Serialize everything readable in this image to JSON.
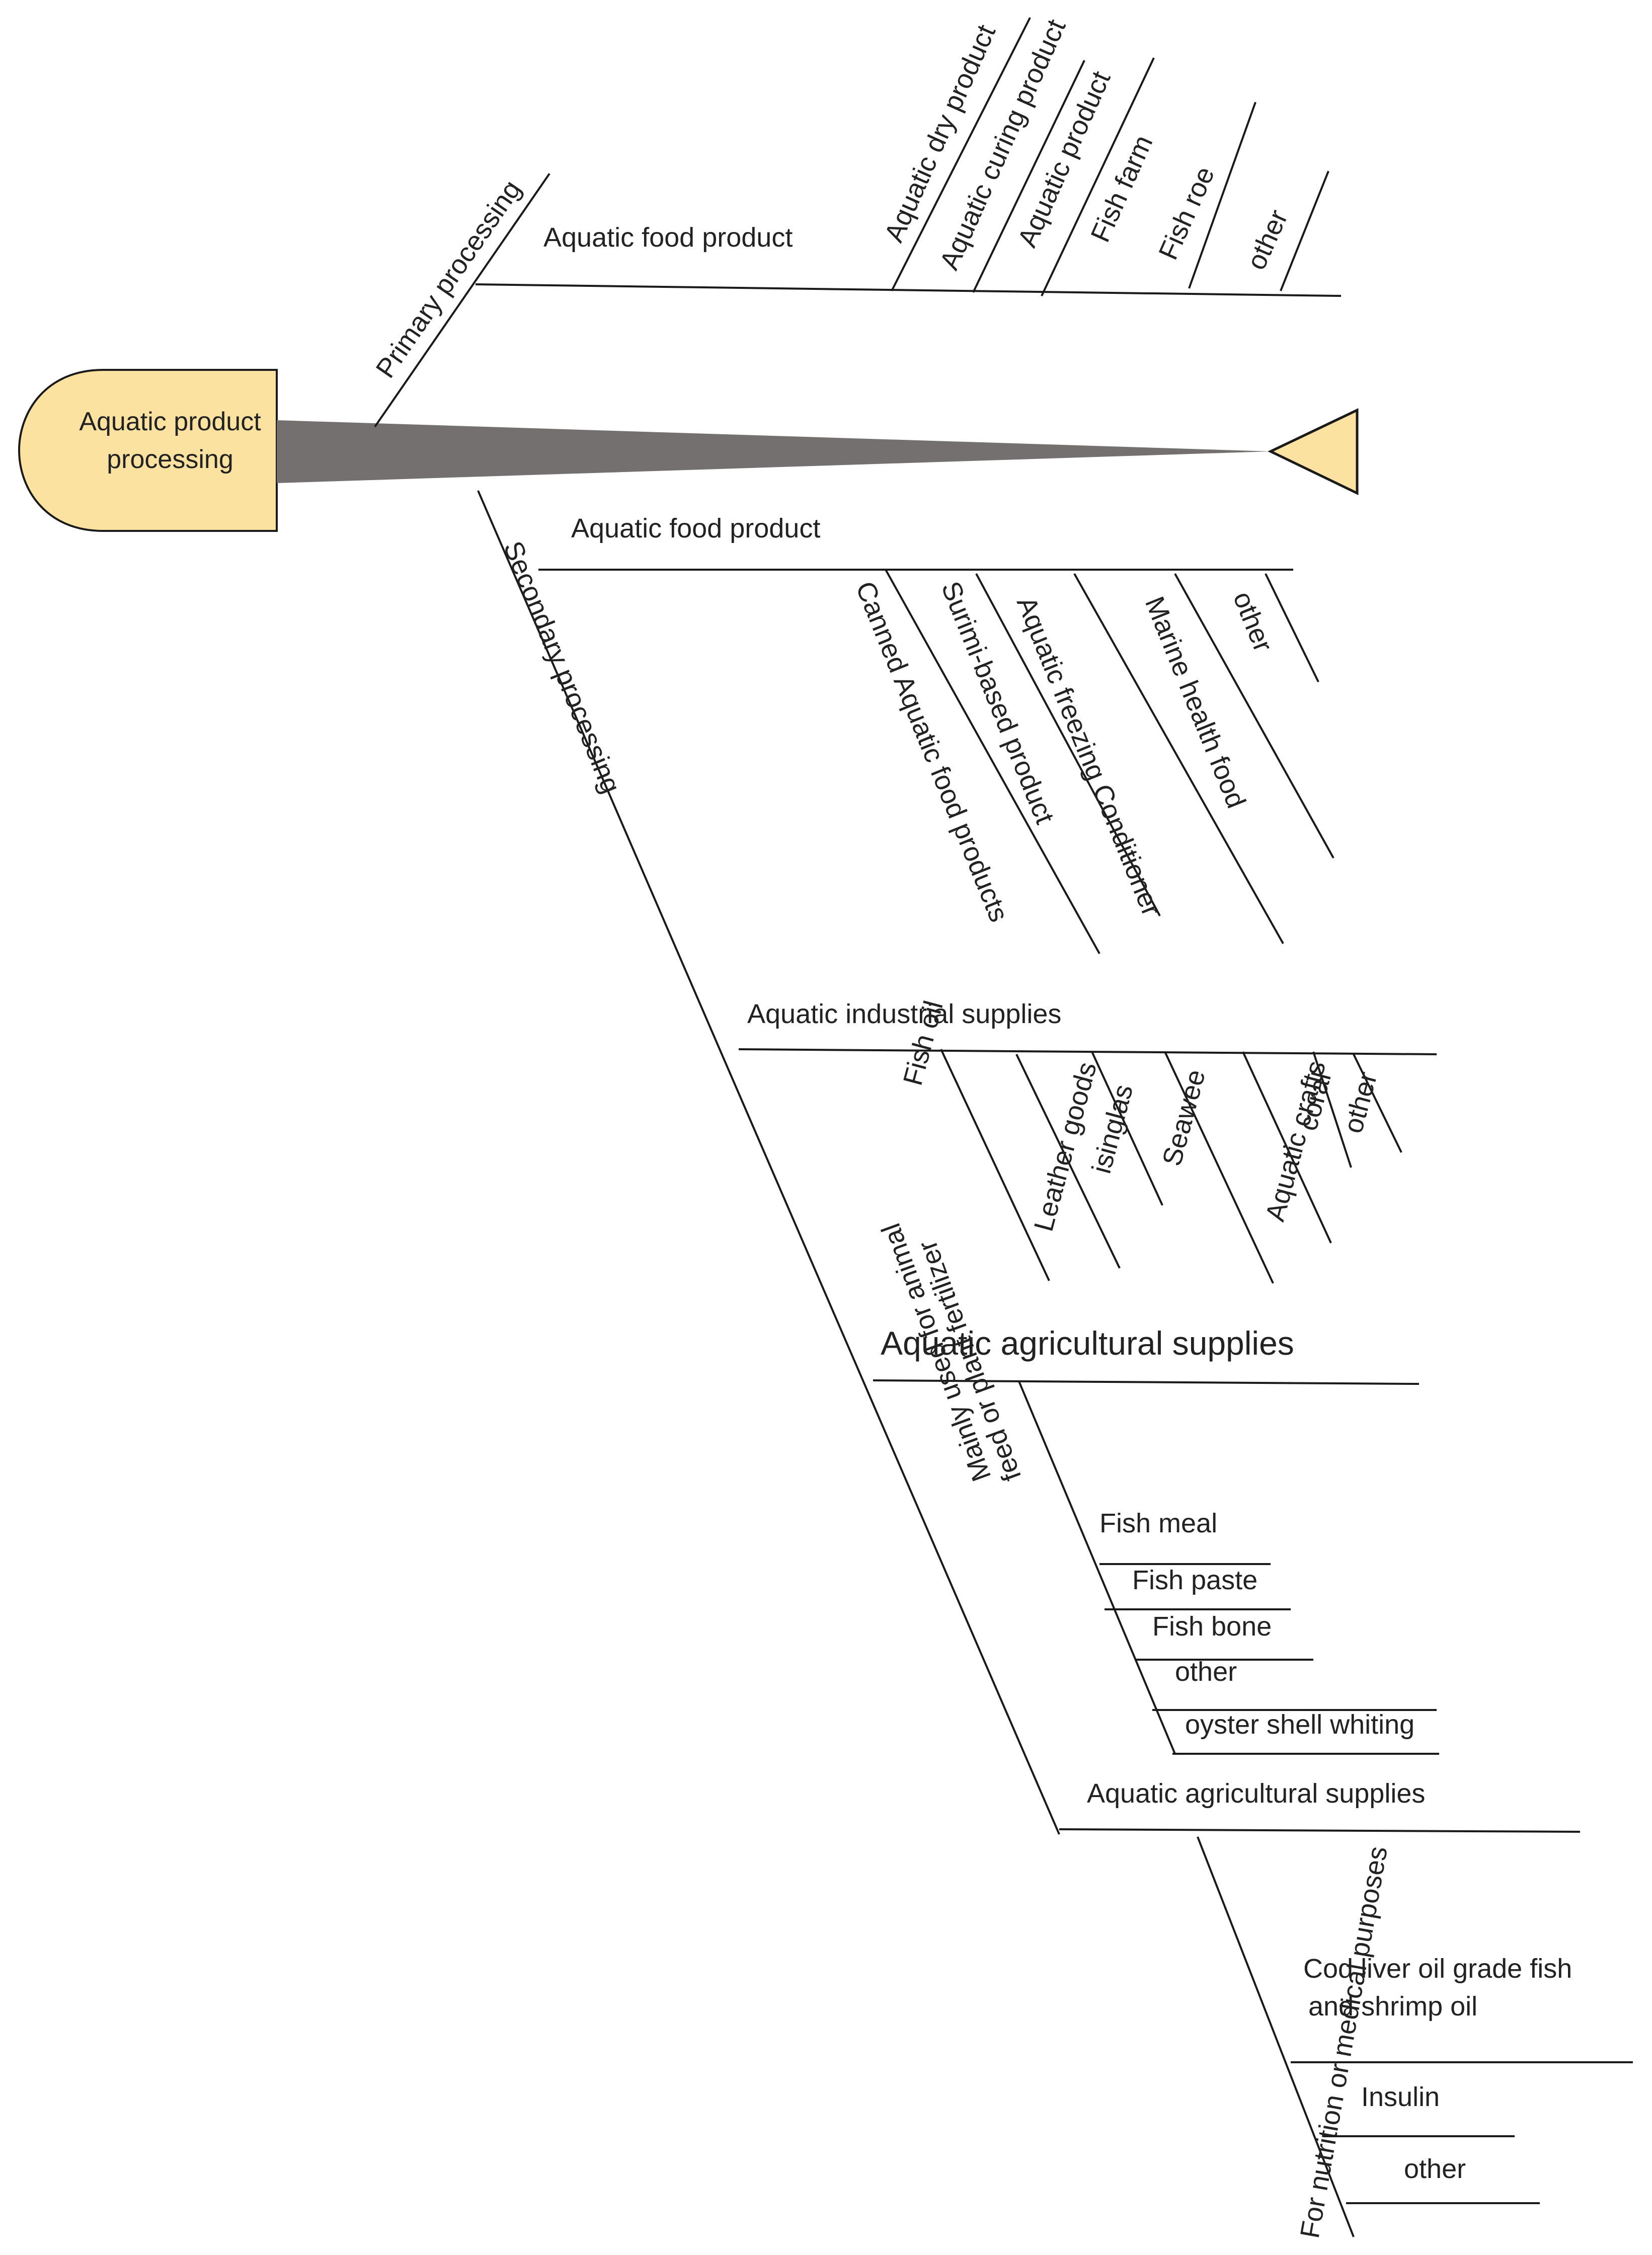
{
  "head": {
    "line1": "Aquatic product",
    "line2": "processing",
    "fill_color": "#fbe2a0",
    "stroke_color": "#1a1a1a"
  },
  "spine": {
    "fill_color": "#74706f"
  },
  "tail": {
    "fill_color": "#fbe2a0"
  },
  "primary": {
    "label": "Primary processing",
    "category": "Aquatic food product",
    "items": [
      "Aquatic dry product",
      "Aquatic curing product",
      "Aquatic product",
      "Fish farm",
      "Fish roe",
      "other"
    ]
  },
  "secondary": {
    "label": "Secondary processing",
    "food": {
      "category": "Aquatic food product",
      "items": [
        "Canned Aquatic food products",
        "Surimi-based product",
        "Aquatic freezing Conditioner",
        "Marine health food",
        "other"
      ]
    },
    "industrial": {
      "category": "Aquatic industrial supplies",
      "items": [
        "Fish oil",
        "Leather goods",
        "isinglas",
        "Seawee",
        "Aquatic crafts",
        "coral",
        "other"
      ]
    },
    "agricultural": {
      "category": "Aquatic agricultural supplies",
      "feed_label_line1": "Mainly used for animal",
      "feed_label_line2": "feed or plant fertilizer",
      "feed_items": [
        "Fish meal",
        "Fish paste",
        "Fish bone",
        "other",
        "oyster shell whiting"
      ],
      "sub_category": "Aquatic agricultural supplies",
      "medical_label": "For nutrition or medical purposes",
      "medical_item1_line1": "Cod liver oil grade fish",
      "medical_item1_line2": "and shrimp oil",
      "medical_items": [
        "Insulin",
        "other"
      ]
    }
  }
}
